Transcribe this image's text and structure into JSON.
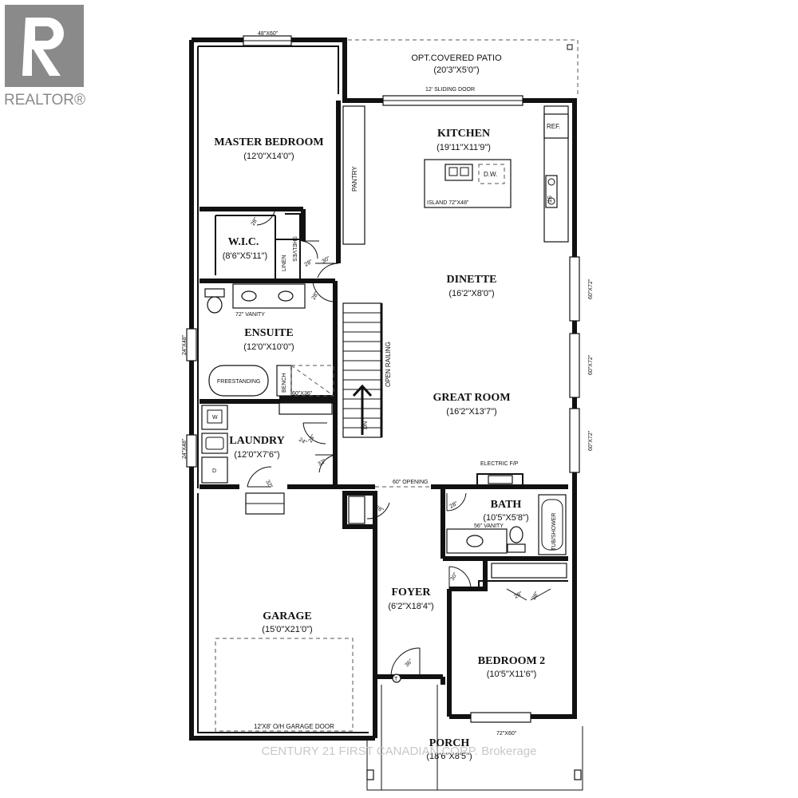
{
  "branding": {
    "logo_text": "REALTOR®",
    "watermark": "CENTURY 21 FIRST CANADIAN CORP. Brokerage"
  },
  "rooms": {
    "master": {
      "name": "MASTER BEDROOM",
      "dims": "(12'0\"X14'0\")"
    },
    "wic": {
      "name": "W.I.C.",
      "dims": "(8'6\"X5'11\")"
    },
    "ensuite": {
      "name": "ENSUITE",
      "dims": "(12'0\"X10'0\")"
    },
    "laundry": {
      "name": "LAUNDRY",
      "dims": "(12'0\"X7'6\")"
    },
    "garage": {
      "name": "GARAGE",
      "dims": "(15'0\"X21'0\")"
    },
    "kitchen": {
      "name": "KITCHEN",
      "dims": "(19'11\"X11'9\")"
    },
    "dinette": {
      "name": "DINETTE",
      "dims": "(16'2\"X8'0\")"
    },
    "great_room": {
      "name": "GREAT ROOM",
      "dims": "(16'2\"X13'7\")"
    },
    "bath": {
      "name": "BATH",
      "dims": "(10'5\"X5'8\")"
    },
    "foyer": {
      "name": "FOYER",
      "dims": "(6'2\"X18'4\")"
    },
    "bedroom2": {
      "name": "BEDROOM 2",
      "dims": "(10'5\"X11'6\")"
    },
    "porch": {
      "name": "PORCH",
      "dims": "(18'6\"X8'5\")"
    },
    "patio": {
      "name": "OPT.COVERED PATIO",
      "dims": "(20'3\"X5'0\")"
    }
  },
  "labels": {
    "window_master": "48\"X60\"",
    "sliding_door": "12' SLIDING DOOR",
    "ref": "REF.",
    "dw": "D.W.",
    "st": "ST.",
    "island": "ISLAND 72\"X48\"",
    "pantry": "PANTRY",
    "shelves": "SHELVES",
    "linen": "LINEN",
    "vanity72": "72\" VANITY",
    "freestanding": "FREESTANDING",
    "bench": "BENCH",
    "shower": "60\"X36\"",
    "open_railing": "OPEN RAILING",
    "dn": "DN",
    "window_right_1": "60\"X72\"",
    "window_right_2": "60\"X72\"",
    "window_right_3": "60\"X72\"",
    "window_left_1": "24\"X48\"",
    "window_left_2": "24\"X48\"",
    "electric_fp": "ELECTRIC F/P",
    "opening60": "60\" OPENING",
    "vanity56": "56\" VANITY",
    "tub_shower": "TUB/SHOWER",
    "garage_door": "12'X8' O/H GARAGE DOOR",
    "window_bed2": "72\"X60\"",
    "w": "W",
    "d": "D",
    "t": "T",
    "door_30": "30\"",
    "door_28": "28\"",
    "door_32": "32\"",
    "door_24": "24\"",
    "door_36": "36\""
  }
}
